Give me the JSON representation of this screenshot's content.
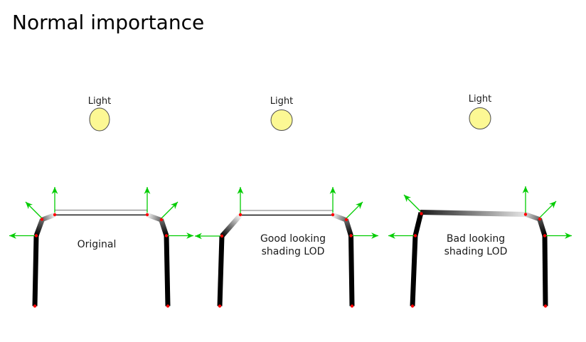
{
  "title": "Normal importance",
  "colors": {
    "background": "#ffffff",
    "normal_arrow_green": "#00cc00",
    "vertex_red": "#ff0000",
    "light_yellow_fill": "#fcf894",
    "light_outline": "#4d4d4d",
    "mesh_black": "#000000",
    "text": "#1a1a1a"
  },
  "panels": [
    {
      "light_label": "Light",
      "caption": [
        "Original"
      ]
    },
    {
      "light_label": "Light",
      "caption": [
        "Good looking",
        "shading LOD"
      ]
    },
    {
      "light_label": "Light",
      "caption": [
        "Bad looking",
        "shading LOD"
      ]
    }
  ]
}
